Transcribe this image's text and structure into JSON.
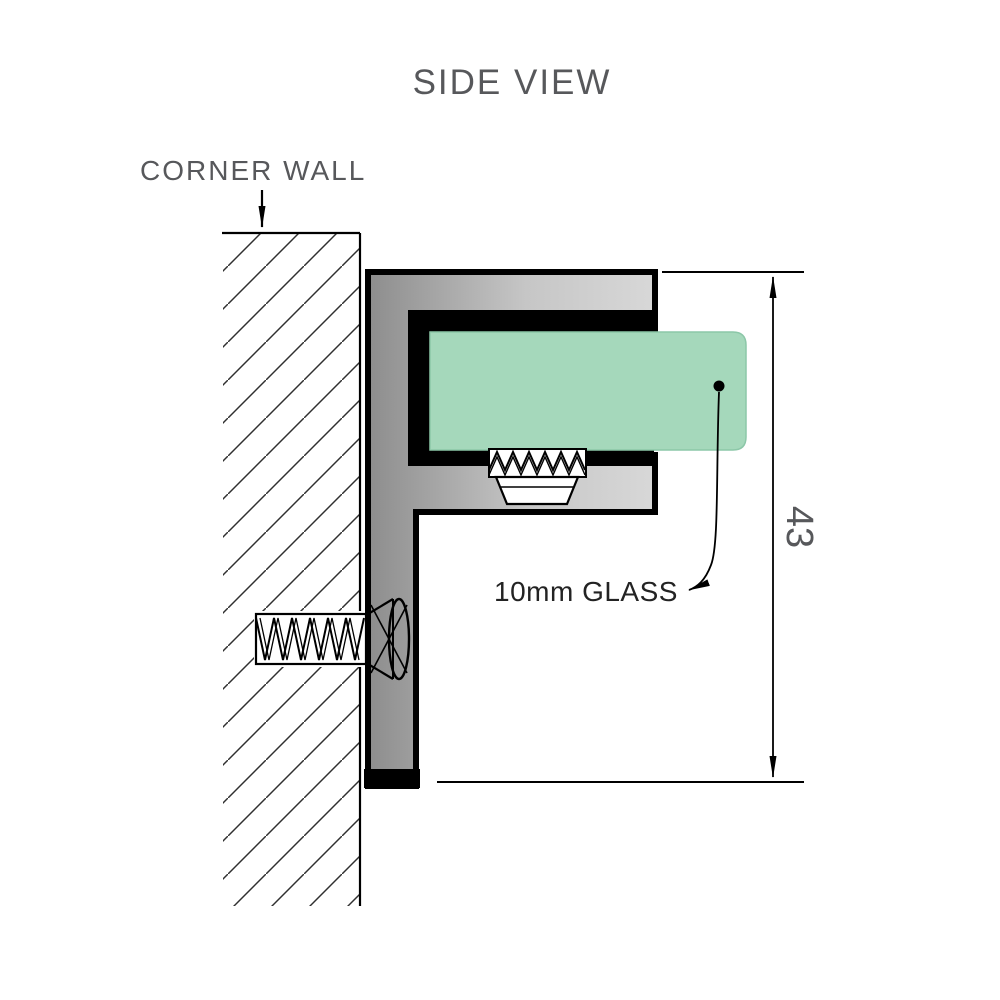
{
  "title": {
    "text": "SIDE VIEW"
  },
  "diagram": {
    "type": "technical-drawing-side-view",
    "labels": {
      "corner_wall": "CORNER WALL",
      "glass_callout": "10mm GLASS",
      "dimension_height": "43"
    },
    "colors": {
      "label_gray": "#57585b",
      "callout_dark": "#232323",
      "outline_black": "#000000",
      "glass_green": "#a5d8bb",
      "glass_edge": "#8cc7a8",
      "metal_dark": "#8d8d8d",
      "metal_light": "#d8d8d8",
      "white": "#ffffff"
    },
    "parts": [
      "hatched corner wall",
      "wall-mount F-profile bracket",
      "10mm glass panel",
      "grub screw",
      "fixing screw",
      "height dimension 43"
    ]
  }
}
